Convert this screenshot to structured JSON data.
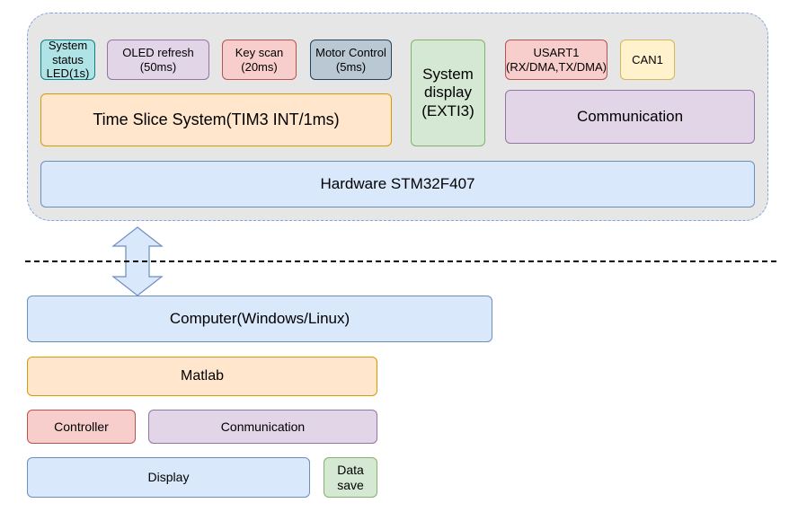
{
  "embedded": {
    "led": "System\nstatus\nLED(1s)",
    "oled": "OLED refresh\n(50ms)",
    "key_scan": "Key scan\n(20ms)",
    "motor": "Motor Control\n(5ms)",
    "time_slice": "Time Slice System(TIM3 INT/1ms)",
    "display": "System\ndisplay\n(EXTI3)",
    "usart": "USART1\n(RX/DMA,TX/DMA)",
    "can": "CAN1",
    "communication": "Communication",
    "hardware": "Hardware STM32F407"
  },
  "pc": {
    "computer": "Computer(Windows/Linux)",
    "matlab": "Matlab",
    "controller": "Controller",
    "communication": "Conmunication",
    "display": "Display",
    "data_save": "Data\nsave"
  },
  "colors": {
    "cyan": "#b0e3e6",
    "purple": "#e1d5e7",
    "red": "#f8cecc",
    "slate": "#bac8d3",
    "green": "#d5e8d4",
    "yellow": "#fff2cc",
    "orange": "#ffe6cc",
    "blue": "#dae8fc",
    "frame_border": "#7ea6e0",
    "frame_fill": "#e6e6e6"
  }
}
